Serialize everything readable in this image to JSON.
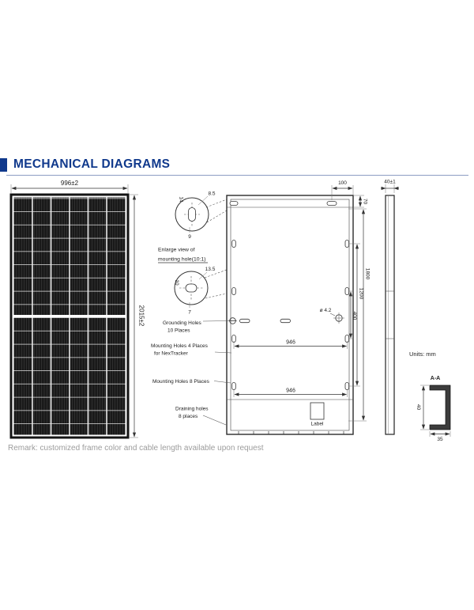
{
  "header": {
    "title": "MECHANICAL DIAGRAMS"
  },
  "colors": {
    "title_blue": "#10398c",
    "units_blue": "#2b3990",
    "remark_gray": "#9c9c9c",
    "line_dark": "#333333"
  },
  "front_view": {
    "width_dim": "996±2",
    "height_dim": "2015±2"
  },
  "detail_views": {
    "caption_line1": "Enlarge view of",
    "caption_line2": "mounting hole(10:1)",
    "top_detail": {
      "dim_side": "14",
      "dim_top": "8.5",
      "dim_bottom": "9"
    },
    "bottom_detail": {
      "dim_top": "13.5",
      "dim_side": "10",
      "dim_bottom": "7"
    }
  },
  "rear_view": {
    "dim_top": "100",
    "dim_top_right": "70",
    "hole_diameter": "ø 4.2",
    "dim_vertical": [
      "400",
      "1200",
      "1800"
    ],
    "dim_width_upper": "946",
    "dim_width_lower": "946",
    "label_box_text": "Label",
    "callouts": {
      "grounding_line1": "Grounding Holes",
      "grounding_line2": "10 Places",
      "nextracker_line1": "Mounting Holes 4 Places",
      "nextracker_line2": "for NexTracker",
      "mounting_8": "Mounting Holes 8 Places",
      "draining_line1": "Draining holes",
      "draining_line2": "8 places"
    }
  },
  "side_view": {
    "thickness_dim": "40±1"
  },
  "section_view": {
    "title": "A-A",
    "dim_height": "40",
    "dim_width": "35"
  },
  "units_note": "Units:  mm",
  "footer": {
    "remark": "Remark: customized frame color and cable length available upon request"
  }
}
